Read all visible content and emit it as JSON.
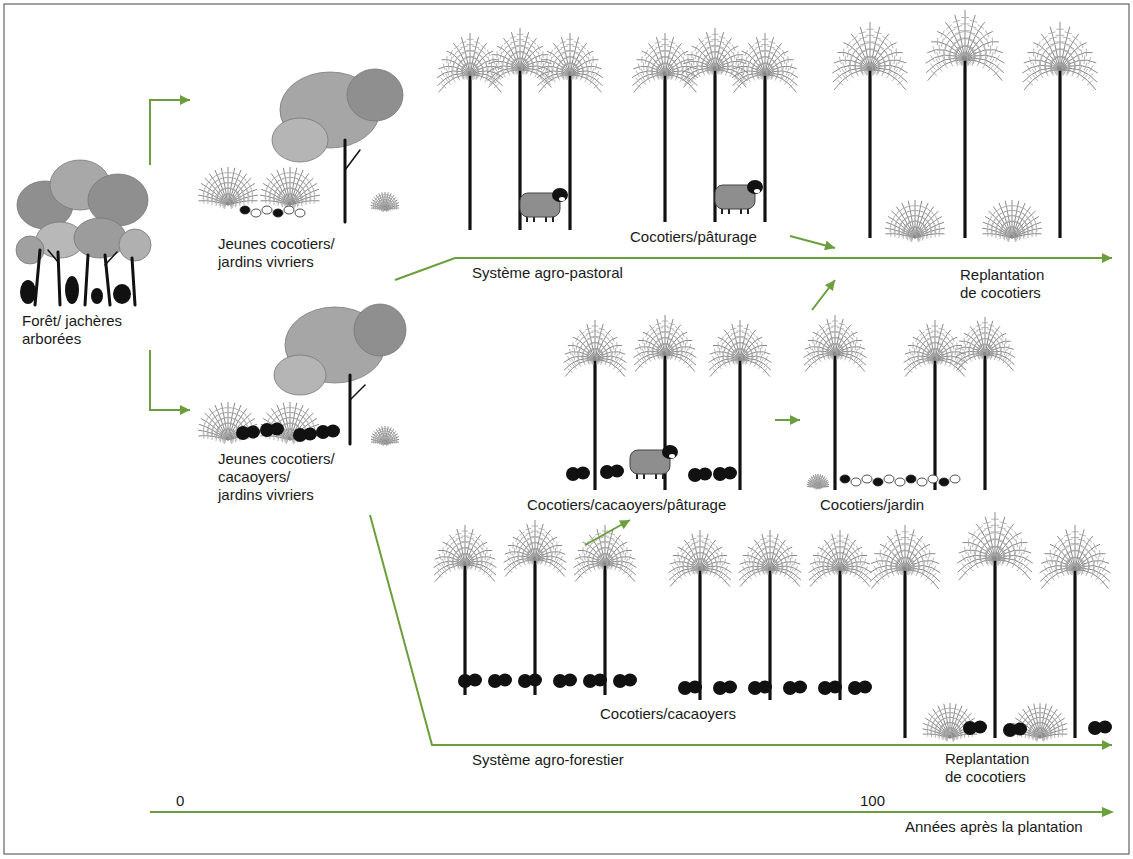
{
  "diagram": {
    "nodes": [
      {
        "text": [
          "Forêt/ jachères arborées"
        ]
      },
      {
        "text": [
          "Jeunes cocotiers/ jardins vivriers"
        ]
      },
      {
        "text": [
          "Jeunes cocotiers/ cacaoyers/ jardins vivriers"
        ]
      },
      {
        "text": [
          "Cocotiers/pâturage"
        ]
      },
      {
        "text": [
          "Replantation de cocotiers"
        ]
      },
      {
        "text": [
          "Cocotiers/cacaoyers/pâturage"
        ]
      },
      {
        "text": [
          "Cocotiers/jardin"
        ]
      },
      {
        "text": [
          "Cocotiers/cacaoyers"
        ]
      },
      {
        "text": [
          "Replantation de cocotiers"
        ]
      }
    ],
    "edges": [
      {
        "from": 0,
        "to": 1,
        "arrow": "to"
      },
      {
        "from": 0,
        "to": 2,
        "arrow": "to"
      },
      {
        "from": 1,
        "to": 4,
        "arrow": "to",
        "label": "Système agro-pastoral"
      },
      {
        "from": 3,
        "to": 4,
        "arrow": "to"
      },
      {
        "from": 7,
        "to": 5,
        "arrow": "to"
      },
      {
        "from": 5,
        "to": 6,
        "arrow": "to"
      },
      {
        "from": 6,
        "to": 4,
        "arrow": "to"
      },
      {
        "from": 2,
        "to": 8,
        "arrow": "to",
        "label": "Système agro-forestier"
      }
    ],
    "labels": [
      "0",
      "100",
      "Années après la plantation"
    ]
  }
}
